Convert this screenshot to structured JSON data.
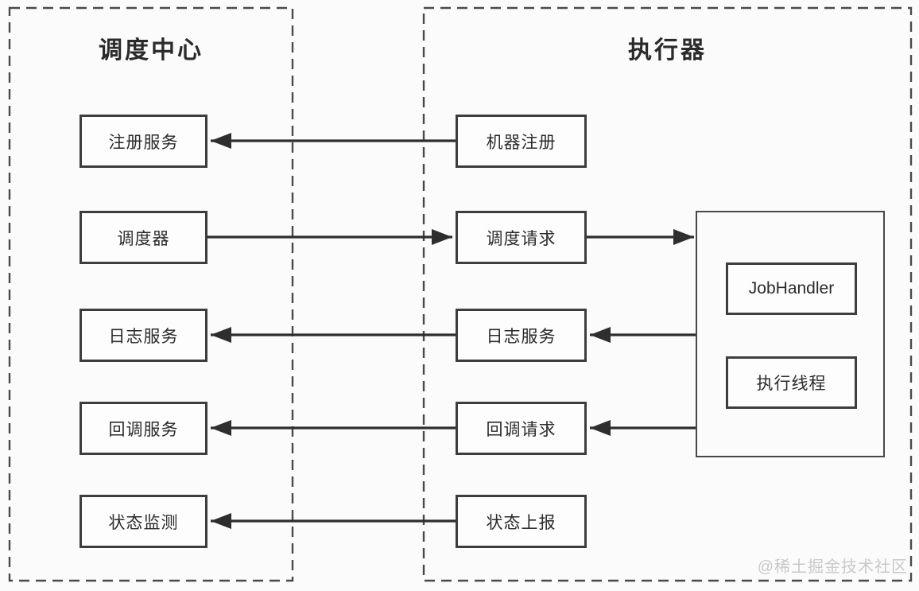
{
  "diagram": {
    "scheduler_center": {
      "title": "调度中心",
      "nodes": [
        "注册服务",
        "调度器",
        "日志服务",
        "回调服务",
        "状态监测"
      ]
    },
    "executor": {
      "title": "执行器",
      "nodes": [
        "机器注册",
        "调度请求",
        "日志服务",
        "回调请求",
        "状态上报"
      ],
      "runtime": {
        "nodes": [
          "JobHandler",
          "执行线程"
        ]
      }
    },
    "edges": [
      {
        "from": "机器注册",
        "to": "注册服务",
        "direction": "left"
      },
      {
        "from": "调度器",
        "to": "调度请求",
        "direction": "right"
      },
      {
        "from": "调度请求",
        "to": "执行器运行容器",
        "direction": "right"
      },
      {
        "from": "执行器运行容器",
        "to": "日志服务(执行器)",
        "direction": "left"
      },
      {
        "from": "日志服务(执行器)",
        "to": "日志服务(调度中心)",
        "direction": "left"
      },
      {
        "from": "执行器运行容器",
        "to": "回调请求",
        "direction": "left"
      },
      {
        "from": "回调请求",
        "to": "回调服务",
        "direction": "left"
      },
      {
        "from": "状态上报",
        "to": "状态监测",
        "direction": "left"
      }
    ],
    "colors": {
      "background": "#fbfbfb",
      "box_border": "#3d3d3d",
      "arrow": "#2e2e2e",
      "text": "#2b2b2b",
      "watermark": "#c9c9c9"
    }
  },
  "watermark": "@稀土掘金技术社区"
}
